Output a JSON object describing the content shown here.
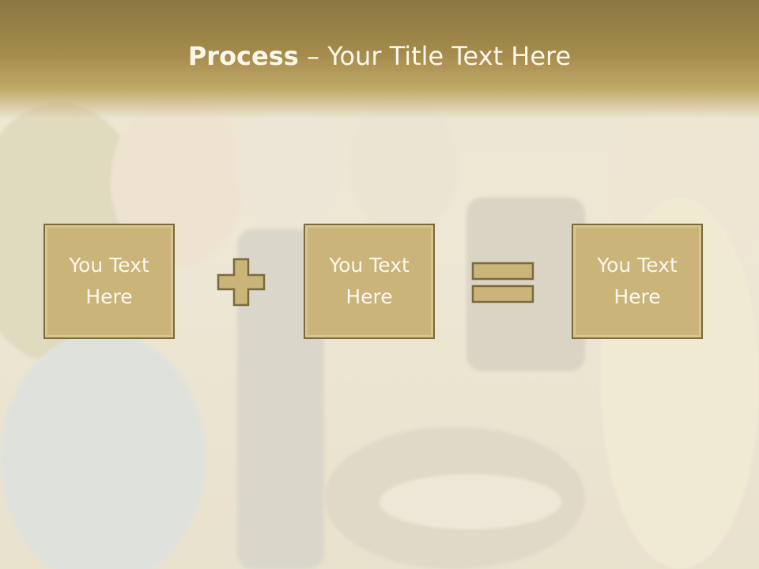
{
  "slide": {
    "title_bold": "Process",
    "title_rest": " – Your Title Text Here",
    "boxes": [
      {
        "text": "You Text Here"
      },
      {
        "text": "You Text Here"
      },
      {
        "text": "You Text Here"
      }
    ],
    "operators": [
      "plus-icon",
      "equals-icon"
    ],
    "colors": {
      "band": "#a48b4c",
      "box": "#cbb47a",
      "box_border": "#7a6a3c",
      "text": "#fcf8ee"
    }
  }
}
